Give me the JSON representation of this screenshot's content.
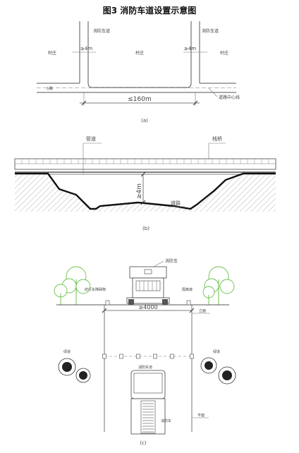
{
  "title": "图3 消防车道设置示意图",
  "panel_a": {
    "caption": "(a)",
    "lane_label_left": "消防车道",
    "lane_label_right": "消防车道",
    "village_left": "村庄",
    "village_center": "村庄",
    "village_right": "村庄",
    "width_left": "≥4m",
    "width_right": "≥4m",
    "spacing": "≤160m",
    "road_centerline": "道路中心线",
    "road_left": "G路"
  },
  "panel_b": {
    "caption": "(b)",
    "pipe_label": "管道",
    "bridge_label": "栈桥",
    "clearance": "≥4m",
    "road_label": "道路"
  },
  "panel_c": {
    "caption": "(c)",
    "truck_label_top": "消防车",
    "truck_label_bottom": "消防车",
    "obstacle_left": "妨行车障碍物",
    "isolation_pier": "隔离墩",
    "width": "≥4000",
    "level_top": "立面",
    "level_bottom": "平面",
    "tree_left": "绿道",
    "tree_right": "绿道",
    "lane_label": "消防车道"
  }
}
